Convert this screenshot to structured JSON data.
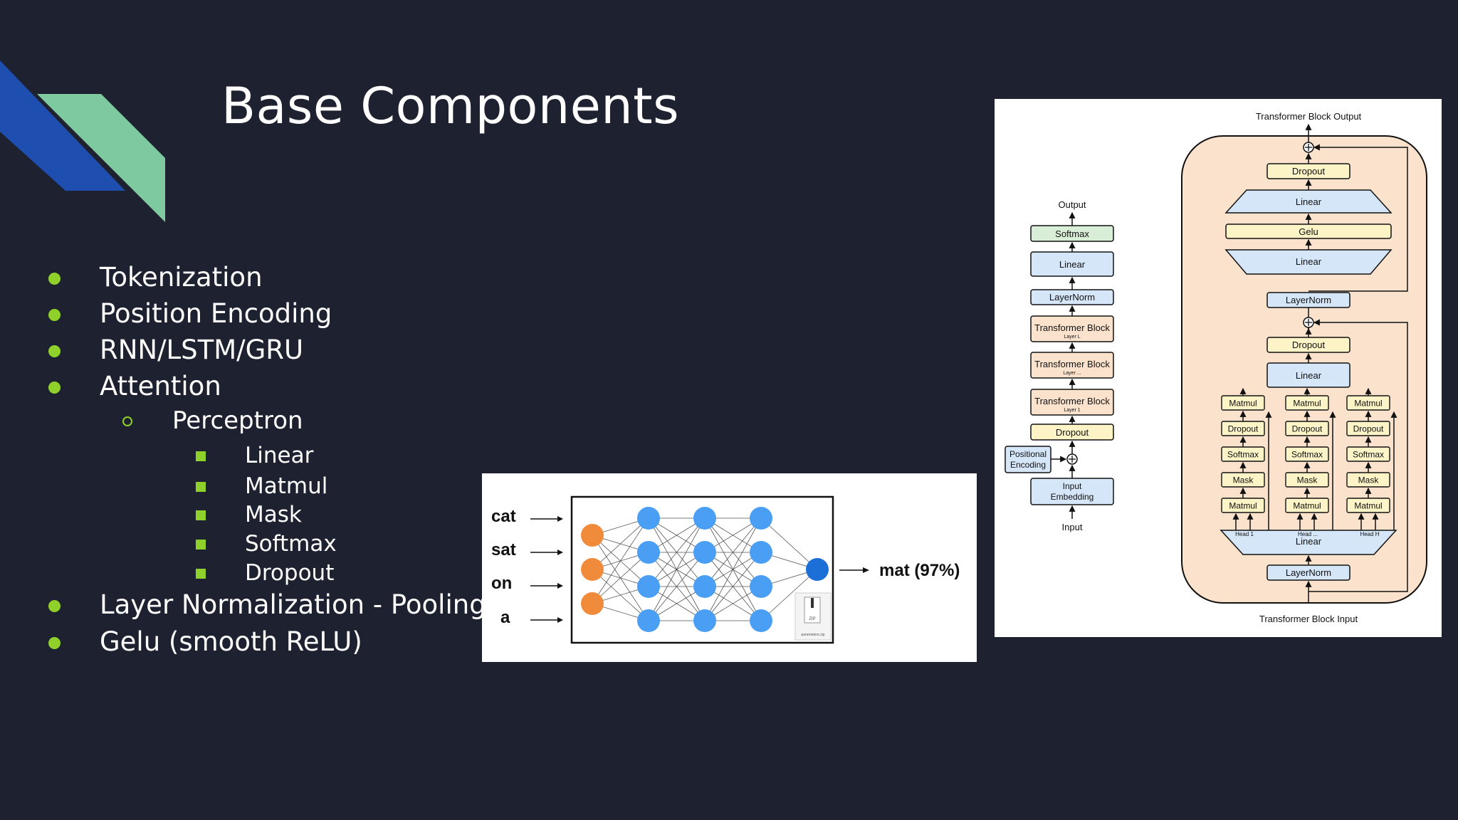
{
  "slide": {
    "title": "Base Components",
    "bullets": [
      {
        "level": 1,
        "text": "Tokenization"
      },
      {
        "level": 1,
        "text": "Position Encoding"
      },
      {
        "level": 1,
        "text": "RNN/LSTM/GRU"
      },
      {
        "level": 1,
        "text": "Attention"
      },
      {
        "level": 2,
        "text": "Perceptron"
      },
      {
        "level": 3,
        "text": "Linear"
      },
      {
        "level": 3,
        "text": "Matmul"
      },
      {
        "level": 3,
        "text": "Mask"
      },
      {
        "level": 3,
        "text": "Softmax"
      },
      {
        "level": 3,
        "text": "Dropout"
      },
      {
        "level": 1,
        "text": "Layer Normalization - Pooling"
      },
      {
        "level": 1,
        "text": "Gelu (smooth ReLU)"
      }
    ]
  },
  "colors": {
    "background": "#1e2230",
    "bullet": "#8fd12a",
    "deco_blue": "#1e4fb0",
    "deco_green": "#7fc9a0"
  },
  "nn_figure": {
    "inputs": [
      "cat",
      "sat",
      "on",
      "a"
    ],
    "output": "mat (97%)",
    "file_icon_label": "ZIP",
    "file_caption": "parameters.zip"
  },
  "transformer_figure": {
    "left_stack": {
      "output_label": "Output",
      "softmax": "Softmax",
      "linear": "Linear",
      "layernorm": "LayerNorm",
      "blocks": [
        {
          "label": "Transformer Block",
          "sub": "Layer L"
        },
        {
          "label": "Transformer Block",
          "sub": "Layer ..."
        },
        {
          "label": "Transformer Block",
          "sub": "Layer 1"
        }
      ],
      "dropout": "Dropout",
      "positional_encoding": [
        "Positional",
        "Encoding"
      ],
      "input_embedding": [
        "Input",
        "Embedding"
      ],
      "input_label": "Input"
    },
    "block": {
      "output_label": "Transformer Block Output",
      "input_label": "Transformer Block Input",
      "dropout": "Dropout",
      "linear": "Linear",
      "gelu": "Gelu",
      "layernorm": "LayerNorm",
      "heads": [
        {
          "label": "Head 1"
        },
        {
          "label": "Head ..."
        },
        {
          "label": "Head H"
        }
      ],
      "head_ops": [
        "Matmul",
        "Dropout",
        "Softmax",
        "Mask",
        "Matmul"
      ]
    }
  }
}
